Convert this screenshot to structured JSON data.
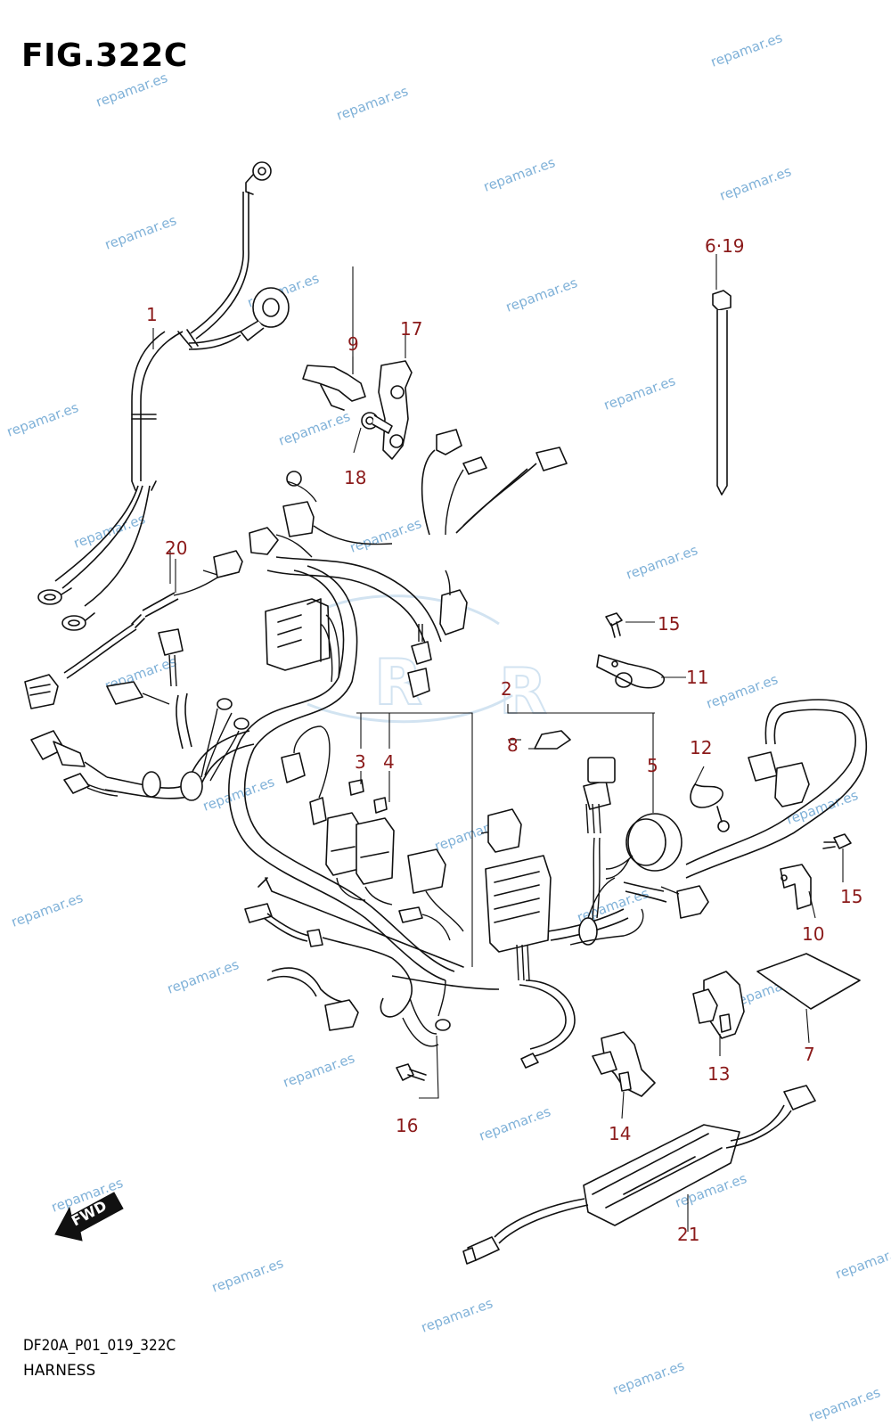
{
  "figure": {
    "title": "FIG.322C",
    "code": "DF20A_P01_019_322C",
    "name": "HARNESS",
    "fwd_label": "FWD",
    "watermark": "repamar.es"
  },
  "colors": {
    "callout": "#8b1a1a",
    "watermark": "#7fb1d8",
    "line": "#111111"
  },
  "callouts": {
    "c1": "1",
    "c2": "2",
    "c3": "3",
    "c4": "4",
    "c5": "5",
    "c6_19": "6·19",
    "c7": "7",
    "c8": "8",
    "c9": "9",
    "c10": "10",
    "c11": "11",
    "c12": "12",
    "c13": "13",
    "c14": "14",
    "c15a": "15",
    "c15b": "15",
    "c16": "16",
    "c17": "17",
    "c18": "18",
    "c20": "20",
    "c21": "21"
  }
}
